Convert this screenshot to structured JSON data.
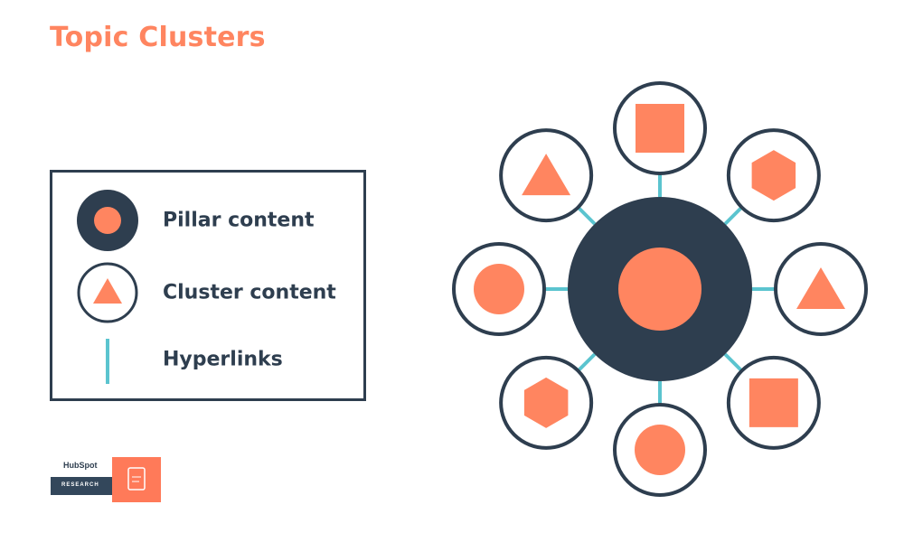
{
  "title": "Topic Clusters",
  "legend": {
    "items": [
      {
        "label": "Pillar content",
        "symbol": "pillar-circle"
      },
      {
        "label": "Cluster content",
        "symbol": "cluster-circle-triangle"
      },
      {
        "label": "Hyperlinks",
        "symbol": "hyperlink-line"
      }
    ]
  },
  "logo": {
    "brand": "HubSpot",
    "tag": "RESEARCH",
    "icon": "document-icon"
  },
  "diagram": {
    "pillar": {
      "shape": "circle"
    },
    "clusters": [
      {
        "shape": "square"
      },
      {
        "shape": "hexagon"
      },
      {
        "shape": "triangle"
      },
      {
        "shape": "square"
      },
      {
        "shape": "circle"
      },
      {
        "shape": "hexagon"
      },
      {
        "shape": "circle"
      },
      {
        "shape": "triangle"
      }
    ]
  },
  "colors": {
    "accent": "#ff8560",
    "dark": "#2e3e4f",
    "link": "#5bc4cf",
    "white": "#ffffff"
  }
}
